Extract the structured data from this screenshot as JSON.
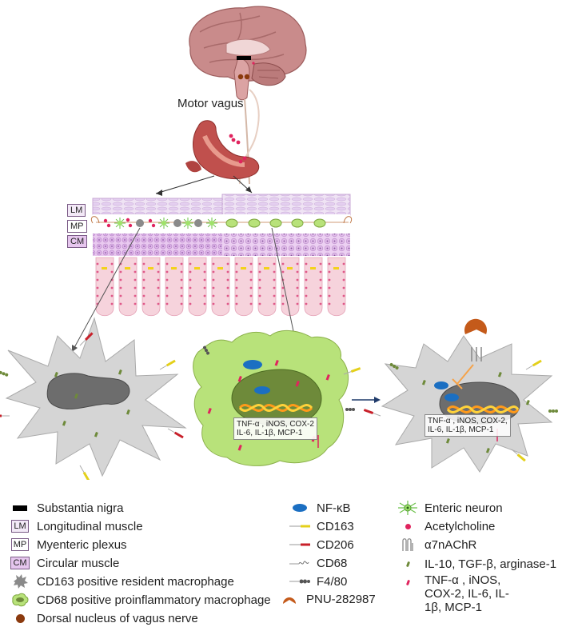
{
  "labels": {
    "motor_vagus": "Motor vagus",
    "layer_lm": "LM",
    "layer_mp": "MP",
    "layer_cm": "CM",
    "cytokines_line1": "TNF-α , iNOS, COX-2",
    "cytokines_line2": "IL-6, IL-1β, MCP-1",
    "cytokines_right_line1": "TNF-α , iNOS, COX-2,",
    "cytokines_right_line2": "IL-6, IL-1β, MCP-1"
  },
  "legend": {
    "left": [
      {
        "key": "substantia",
        "text": "Substantia nigra"
      },
      {
        "key": "lm",
        "tag": "LM",
        "text": "Longitudinal muscle"
      },
      {
        "key": "mp",
        "tag": "MP",
        "text": "Myenteric plexus"
      },
      {
        "key": "cm",
        "tag": "CM",
        "text": "Circular muscle"
      },
      {
        "key": "cd163mac",
        "text": "CD163 positive resident macrophage"
      },
      {
        "key": "cd68mac",
        "text": "CD68 positive proinflammatory macrophage"
      },
      {
        "key": "dorsal",
        "text": "Dorsal nucleus of vagus nerve"
      }
    ],
    "middle": [
      {
        "key": "nfkb",
        "text": "NF-κB"
      },
      {
        "key": "cd163",
        "text": "CD163"
      },
      {
        "key": "cd206",
        "text": "CD206"
      },
      {
        "key": "cd68",
        "text": "CD68"
      },
      {
        "key": "f480",
        "text": "F4/80"
      },
      {
        "key": "pnu",
        "text": "PNU-282987"
      }
    ],
    "right": [
      {
        "key": "neuron",
        "text": "Enteric neuron"
      },
      {
        "key": "ach",
        "text": "Acetylcholine"
      },
      {
        "key": "a7",
        "text": "α7nAChR"
      },
      {
        "key": "antiinf",
        "text": "IL-10, TGF-β, arginase-1"
      },
      {
        "key": "proinf",
        "text": "TNF-α , iNOS, COX-2, IL-6, IL-1β, MCP-1"
      }
    ]
  },
  "colors": {
    "brain": "#c98b8b",
    "stomach": "#c0504d",
    "muscle_purple": "#d9b3e3",
    "mucosa_pink": "#f6d3dc",
    "macrophage_grey": "#cfcfcf",
    "inflamed_green": "#b8e27a",
    "nfkb_blue": "#1b6fc2",
    "acetylcholine": "#e0245e",
    "pnu_orange": "#c45a1a"
  },
  "icons": [
    "brain-icon",
    "stomach-icon",
    "enteric-neuron-icon",
    "macrophage-icon",
    "receptor-icon"
  ]
}
